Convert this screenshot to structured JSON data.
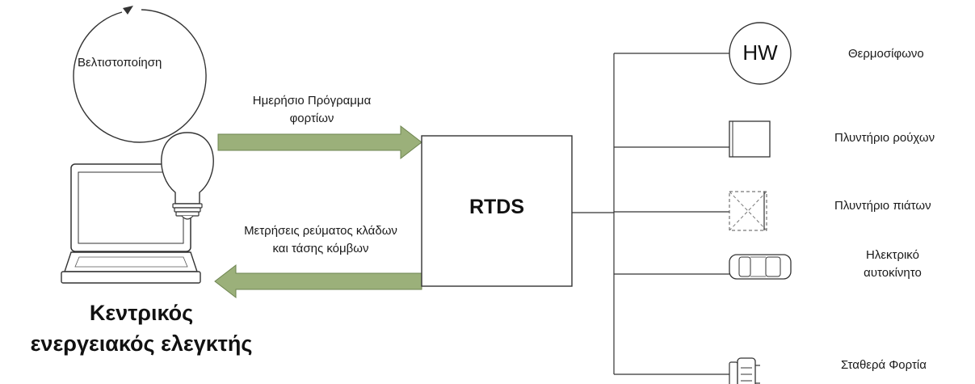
{
  "optimization": {
    "label": "Βελτιστοποίηση"
  },
  "controller": {
    "title_line1": "Κεντρικός",
    "title_line2": "ενεργειακός ελεγκτής"
  },
  "arrows": {
    "forward_label_line1": "Ημερήσιο Πρόγραμμα",
    "forward_label_line2": "φορτίων",
    "backward_label_line1": "Μετρήσεις ρεύματος κλάδων",
    "backward_label_line2": "και τάσης κόμβων",
    "color": "#9bb07a"
  },
  "simulator": {
    "label": "RTDS"
  },
  "loads": [
    {
      "icon": "water-heater-icon",
      "icon_text": "HW",
      "label_line1": "Θερμοσίφωνο",
      "label_line2": ""
    },
    {
      "icon": "washing-machine-icon",
      "icon_text": "",
      "label_line1": "Πλυντήριο ρούχων",
      "label_line2": ""
    },
    {
      "icon": "dishwasher-icon",
      "icon_text": "",
      "label_line1": "Πλυντήριο πιάτων",
      "label_line2": ""
    },
    {
      "icon": "electric-car-icon",
      "icon_text": "",
      "label_line1": "Ηλεκτρικό",
      "label_line2": "αυτοκίνητο"
    },
    {
      "icon": "fixed-loads-icon",
      "icon_text": "",
      "label_line1": "Σταθερά Φορτία",
      "label_line2": ""
    }
  ]
}
